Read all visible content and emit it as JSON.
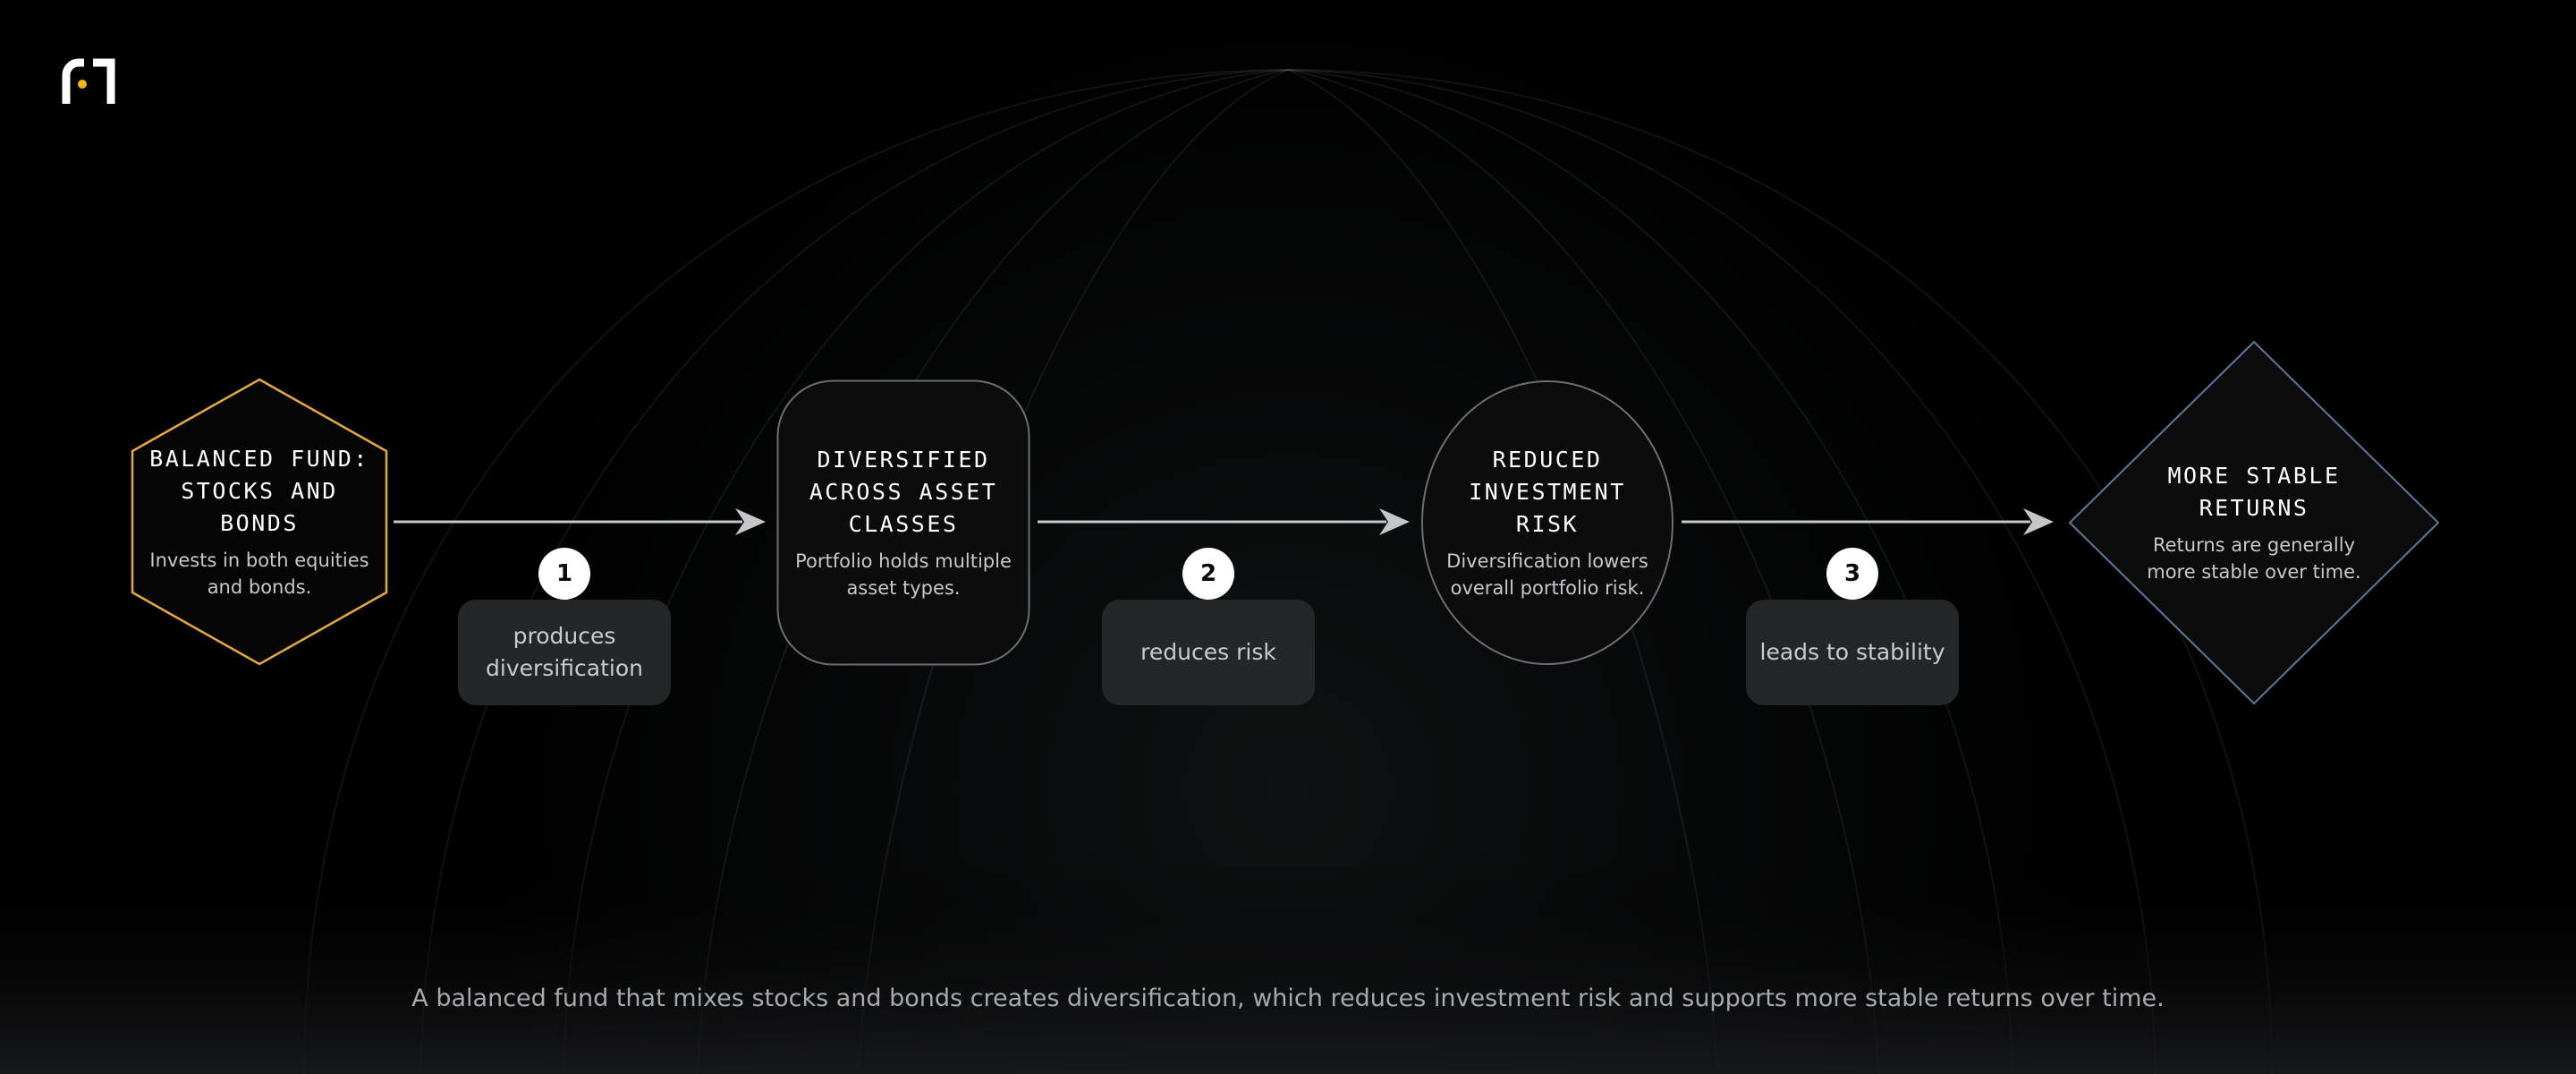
{
  "brand": {
    "logo_icon": "brand-logo-icon",
    "accent": "#f5b70f"
  },
  "colors": {
    "hexagon_stroke": "#e7a93c",
    "rounded_stroke": "#6d6e72",
    "ellipse_stroke": "#6d6e72",
    "diamond_stroke": "#5a7a98",
    "connector": "#c4c6ca"
  },
  "nodes": [
    {
      "shape": "hexagon",
      "title": "BALANCED FUND: STOCKS AND BONDS",
      "description": "Invests in both equities and bonds."
    },
    {
      "shape": "rounded-rectangle",
      "title": "DIVERSIFIED ACROSS ASSET CLASSES",
      "description": "Portfolio holds multiple asset types."
    },
    {
      "shape": "ellipse",
      "title": "REDUCED INVESTMENT RISK",
      "description": "Diversification lowers overall portfolio risk."
    },
    {
      "shape": "diamond",
      "title": "MORE STABLE RETURNS",
      "description": "Returns are generally more stable over time."
    }
  ],
  "edges": [
    {
      "step": "1",
      "label": "produces diversification"
    },
    {
      "step": "2",
      "label": "reduces risk"
    },
    {
      "step": "3",
      "label": "leads to stability"
    }
  ],
  "caption": "A balanced fund that mixes stocks and bonds creates diversification, which reduces investment risk and supports more stable returns over time."
}
